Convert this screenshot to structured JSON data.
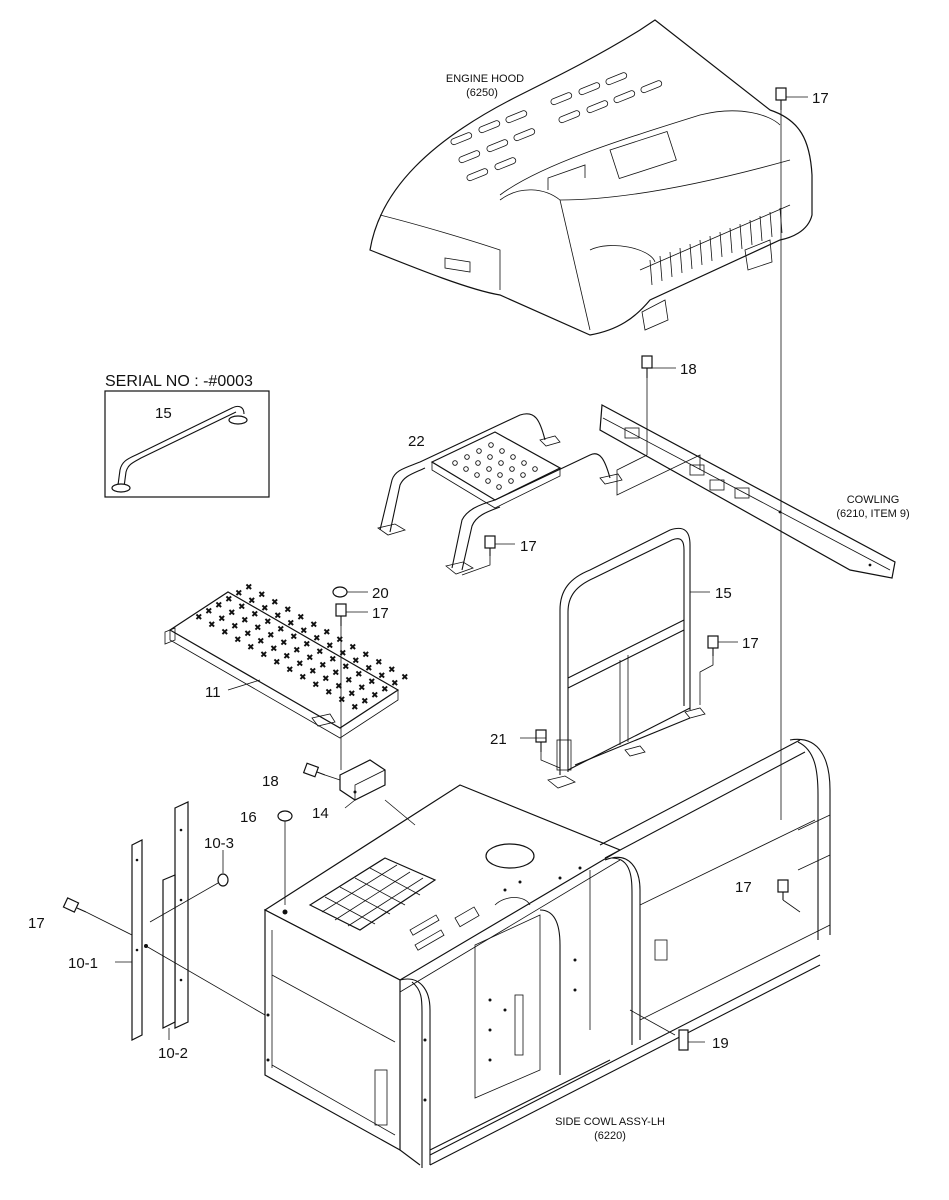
{
  "callouts": {
    "engine_hood_name": "ENGINE HOOD",
    "engine_hood_code": "(6250)",
    "cowling_name": "COWLING",
    "cowling_code": "(6210, ITEM 9)",
    "side_cowl_name": "SIDE COWL ASSY-LH",
    "side_cowl_code": "(6220)",
    "serial_no": "SERIAL NO : -#0003"
  },
  "part_numbers": {
    "p17_top": "17",
    "p18_top": "18",
    "p15_inset": "15",
    "p22": "22",
    "p17_step": "17",
    "p20": "20",
    "p17_plate": "17",
    "p15_rail": "15",
    "p17_rail": "17",
    "p11": "11",
    "p21": "21",
    "p18_bracket": "18",
    "p14": "14",
    "p16": "16",
    "p10_3": "10-3",
    "p17_left": "17",
    "p10_1": "10-1",
    "p10_2": "10-2",
    "p17_right": "17",
    "p19": "19"
  }
}
